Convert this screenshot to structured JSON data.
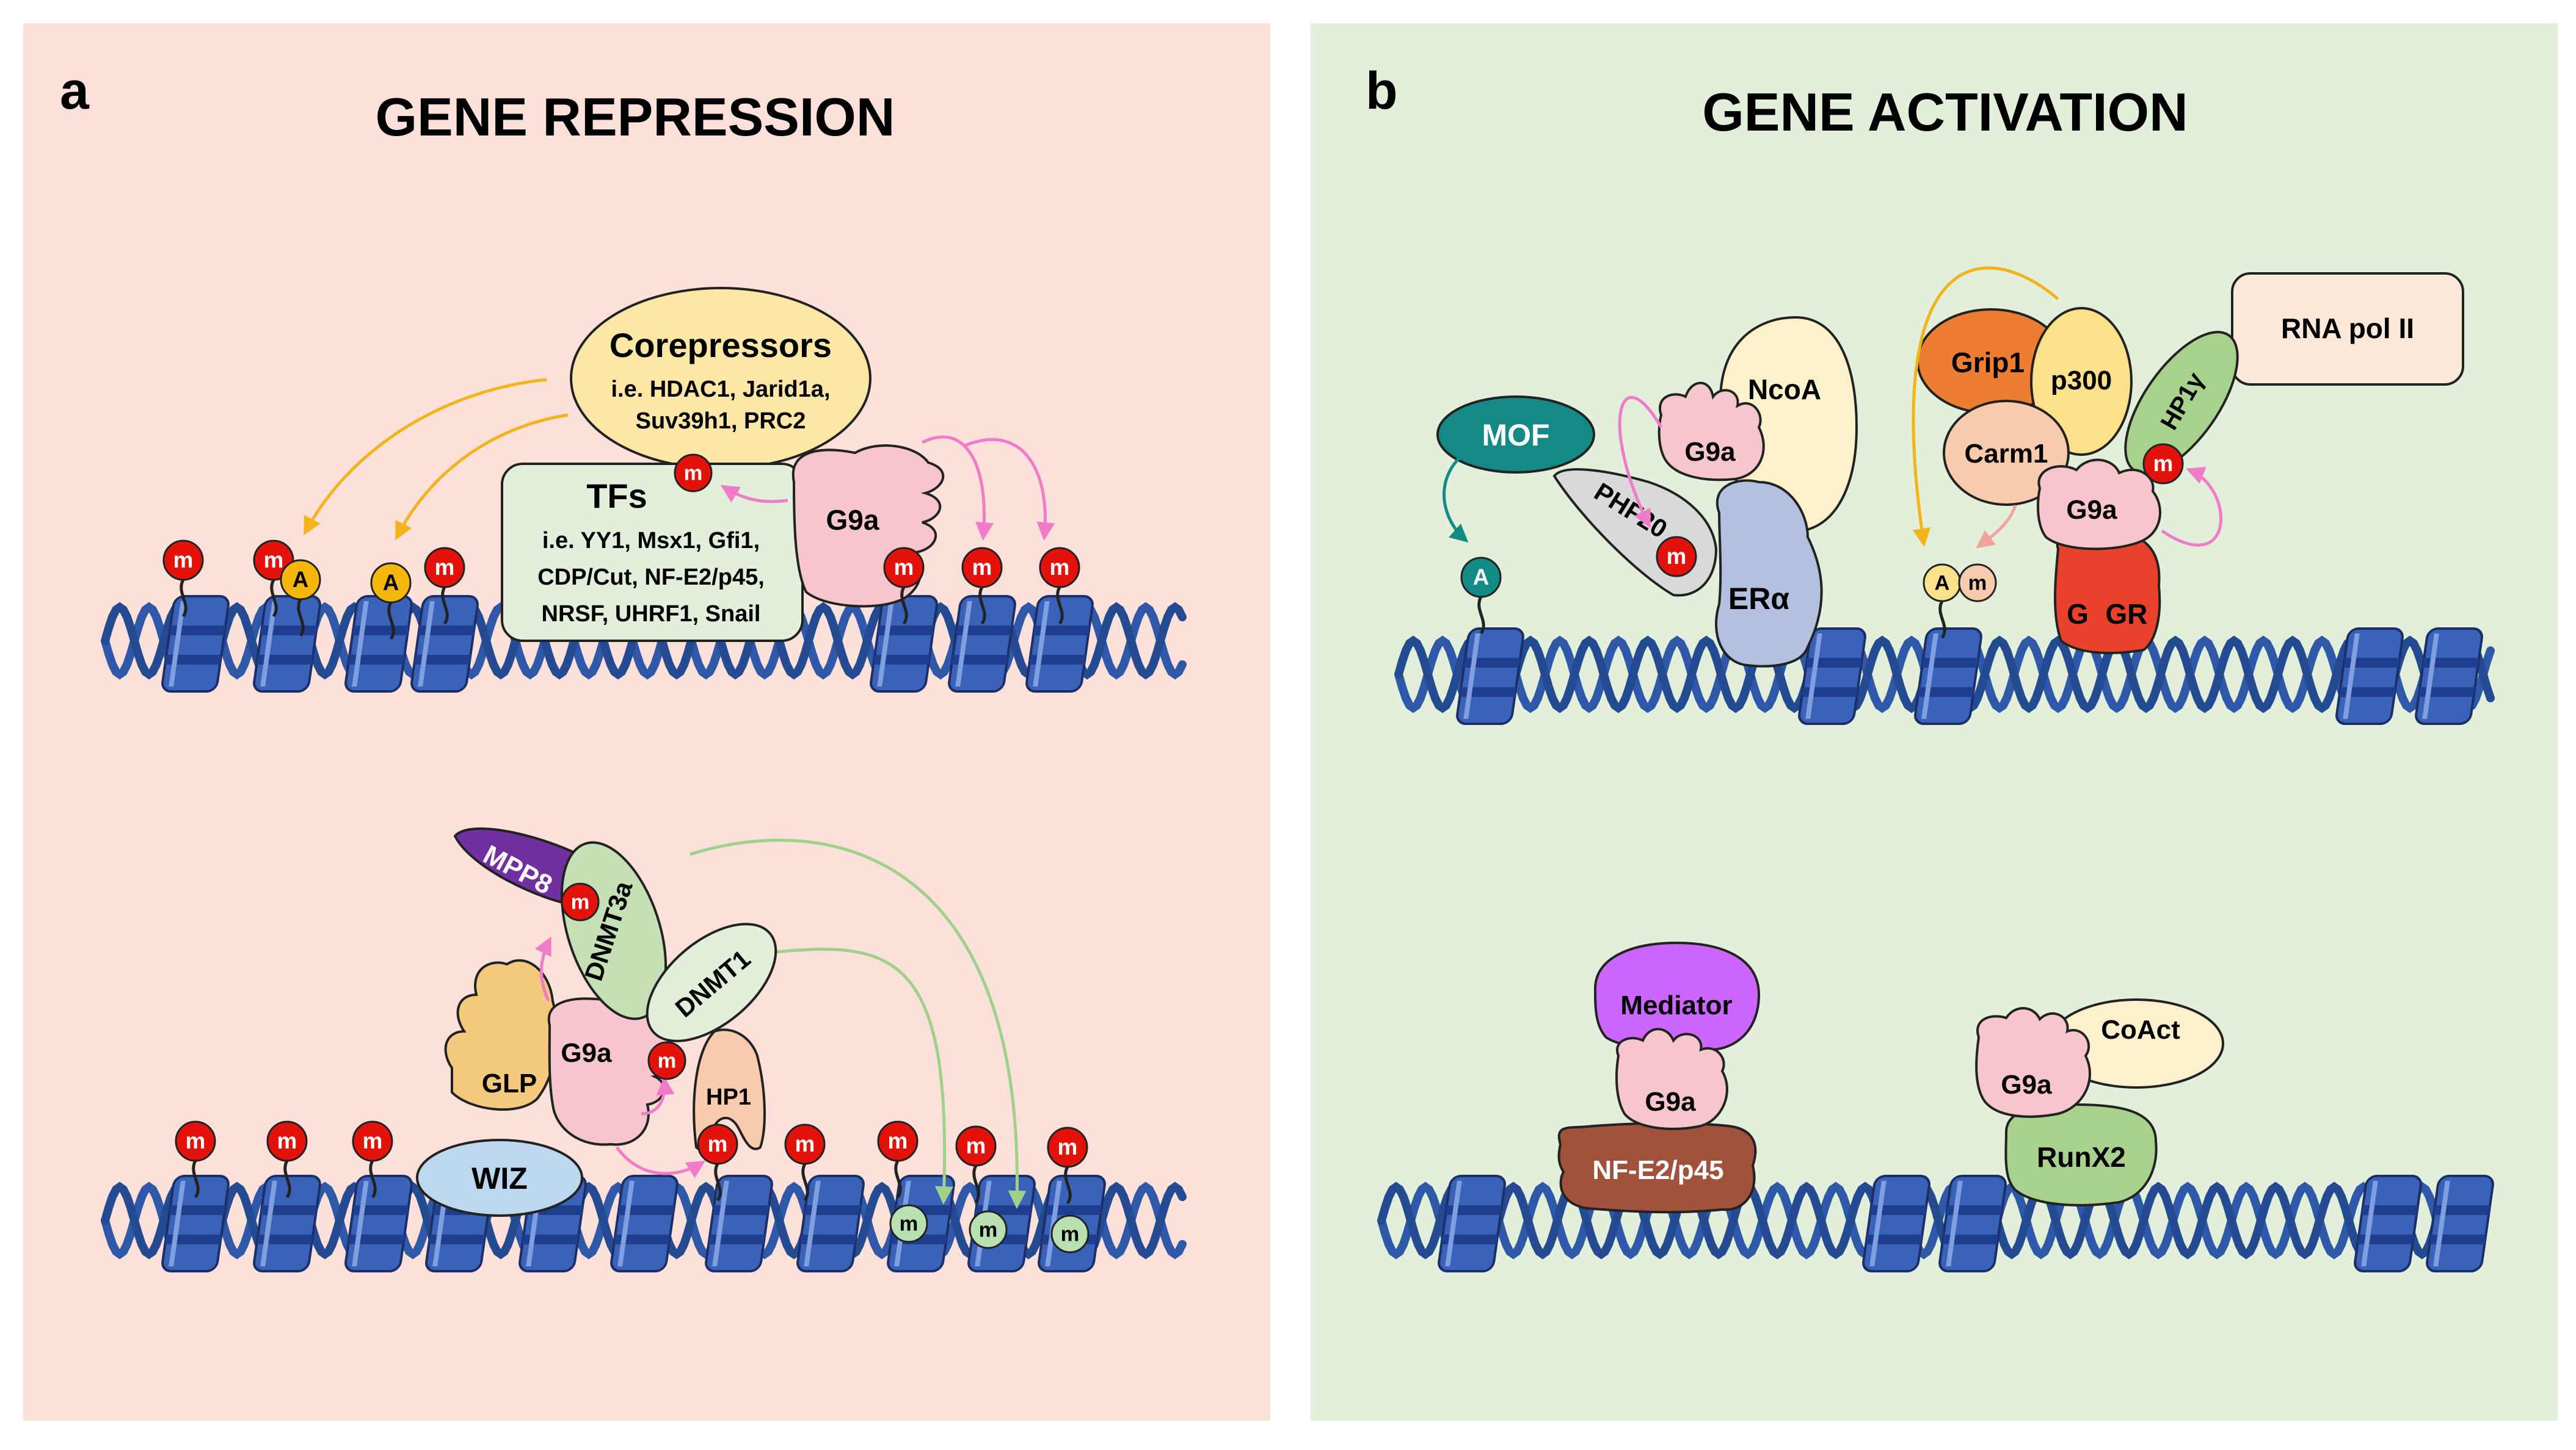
{
  "panel_a": {
    "letter": "a",
    "title": "GENE REPRESSION",
    "corepressors": {
      "title": "Corepressors",
      "line1": "i.e. HDAC1, Jarid1a,",
      "line2": "Suv39h1, PRC2"
    },
    "tfs": {
      "title": "TFs",
      "line1": "i.e. YY1, Msx1, Gfi1,",
      "line2": "CDP/Cut, NF-E2/p45,",
      "line3": "NRSF, UHRF1, Snail"
    },
    "labels": {
      "g9a": "G9a",
      "mpp8": "MPP8",
      "dnmt3a": "DNMT3a",
      "dnmt1": "DNMT1",
      "glp": "GLP",
      "hp1": "HP1",
      "wiz": "WIZ"
    }
  },
  "panel_b": {
    "letter": "b",
    "title": "GENE ACTIVATION",
    "labels": {
      "mof": "MOF",
      "phf20": "PHF20",
      "g9a": "G9a",
      "ncoa": "NcoA",
      "er": "ERα",
      "grip1": "Grip1",
      "p300": "p300",
      "carm1": "Carm1",
      "hp1y": "HP1γ",
      "rna_pol": "RNA pol II",
      "g": "G",
      "gr": "GR",
      "mediator": "Mediator",
      "nfe2": "NF-E2/p45",
      "coact": "CoAct",
      "runx2": "RunX2"
    }
  },
  "marks": {
    "methyl": "m",
    "acetyl": "A"
  },
  "colors": {
    "panel_a_bg": "#fce0da",
    "panel_b_bg": "#e2efda",
    "dna": "#2f58a8",
    "nucleosome": "#3a62b8",
    "methyl_mark": "#e3120b",
    "acetyl_mark": "#f5b80a",
    "dna_methyl": "#b9e0b0",
    "g9a": "#f6c6cc",
    "pink_arrow": "#f07cc9",
    "yellow_arrow": "#f3b31a",
    "green_arrow": "#9fd18a"
  }
}
